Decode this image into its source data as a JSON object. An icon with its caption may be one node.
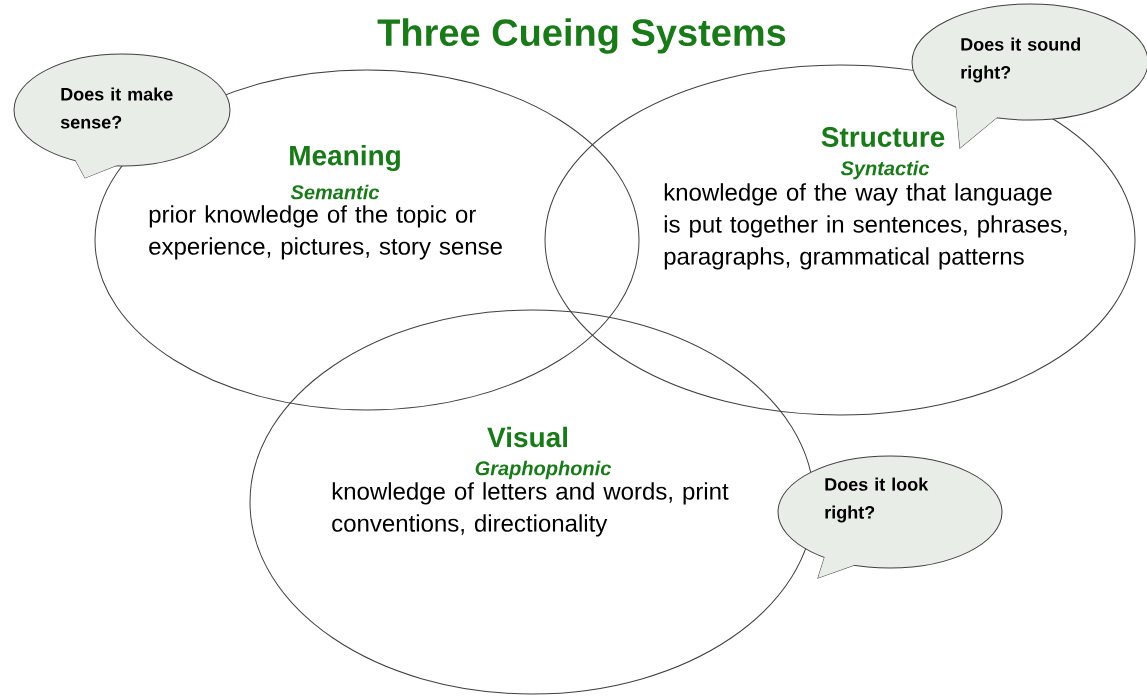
{
  "diagram": {
    "title": "Three Cueing Systems",
    "nodes": [
      {
        "text": [
          "Meaning",
          "Semantic",
          "prior knowledge of the topic or experience, pictures, story sense"
        ]
      },
      {
        "text": [
          "Structure",
          "Syntactic",
          "knowledge of the way that language is put together in sentences, phrases, paragraphs, grammatical patterns"
        ]
      },
      {
        "text": [
          "Visual",
          "Graphophonic",
          "knowledge of letters and words, print conventions, directionality"
        ]
      },
      {
        "text": [
          "Does it make sense?"
        ]
      },
      {
        "text": [
          "Does it sound right?"
        ]
      },
      {
        "text": [
          "Does it look right?"
        ]
      }
    ]
  }
}
